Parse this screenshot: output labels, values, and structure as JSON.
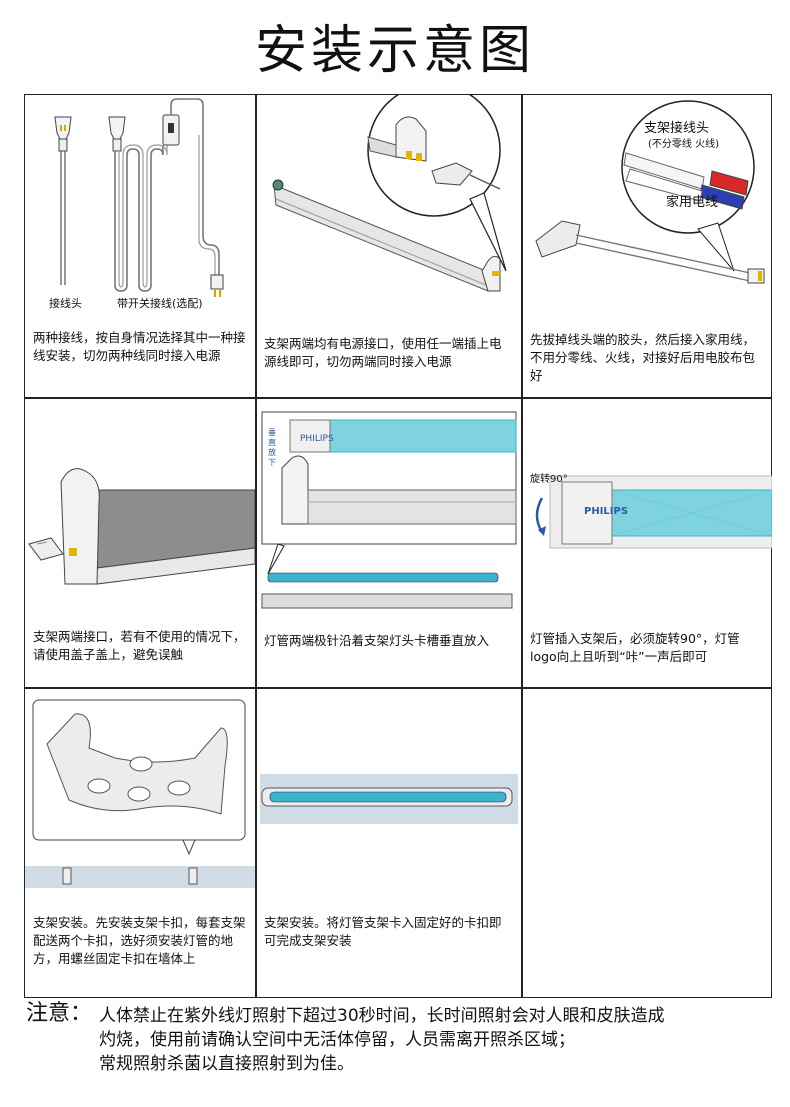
{
  "title": "安装示意图",
  "cells": [
    {
      "caption": "两种接线，按自身情况选择其中一种接线安装，切勿两种线同时接入电源",
      "labels": {
        "plug": "接线头",
        "switch_cable": "带开关接线(选配)"
      }
    },
    {
      "caption": "支架两端均有电源接口，使用任一端插上电源线即可，切勿两端同时接入电源"
    },
    {
      "caption": "先拔掉线头端的胶头，然后接入家用线，不用分零线、火线，对接好后用电胶布包好",
      "labels": {
        "connector": "支架接线头",
        "connector_note": "(不分零线 火线)",
        "home_wire": "家用电线"
      }
    },
    {
      "caption": "支架两端接口，若有不使用的情况下，请使用盖子盖上，避免误触"
    },
    {
      "caption": "灯管两端极针沿着支架灯头卡槽垂直放入",
      "labels": {
        "vertical": "垂直放下",
        "brand": "PHILIPS"
      }
    },
    {
      "caption": "灯管插入支架后，必须旋转90°，灯管logo向上且听到“咔”一声后即可",
      "labels": {
        "rotate": "旋转90°",
        "brand": "PHILIPS"
      }
    },
    {
      "caption": "支架安装。先安装支架卡扣，每套支架配送两个卡扣，选好须安装灯管的地方，用螺丝固定卡扣在墙体上"
    },
    {
      "caption": "支架安装。将灯管支架卡入固定好的卡扣即可完成支架安装"
    },
    {
      "caption": ""
    }
  ],
  "note": {
    "head": "注意：",
    "lines": [
      "人体禁止在紫外线灯照射下超过30秒时间，长时间照射会对人眼和皮肤造成",
      "灼烧，使用前请确认空间中无活体停留，人员需离开照杀区域；",
      "常规照射杀菌以直接照射到为佳。"
    ]
  },
  "colors": {
    "tube": "#7fd3e0",
    "tube_dark": "#3bb4c8",
    "rail": "#d9dadb",
    "brand": "#2c5aa0",
    "wire_red": "#d8282b",
    "wire_blue": "#2a3fb0"
  }
}
